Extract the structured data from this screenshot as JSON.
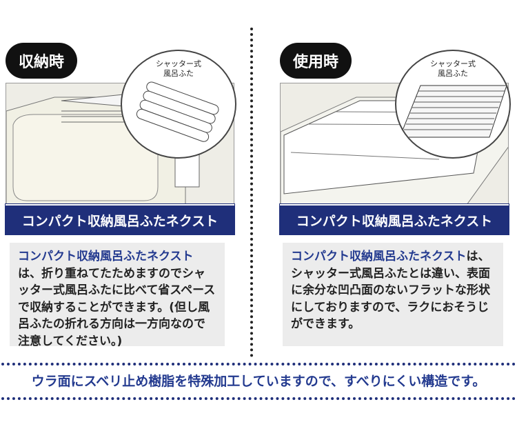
{
  "left": {
    "label": "収納時",
    "inset_caption_1": "シャッター式",
    "inset_caption_2": "風呂ふた",
    "banner": "コンパクト収納風呂ふたネクスト",
    "desc_highlight": "コンパクト収納風呂ふたネクスト",
    "desc_body": "は、折り重ねてたためますのでシャッター式風呂ふたに比べて省スペースで収納することができます。(但し風呂ふたの折れる方向は一方向なので注意してください。)"
  },
  "right": {
    "label": "使用時",
    "inset_caption_1": "シャッター式",
    "inset_caption_2": "風呂ふた",
    "banner": "コンパクト収納風呂ふたネクスト",
    "desc_highlight": "コンパクト収納風呂ふたネクスト",
    "desc_body": "は、シャッター式風呂ふたとは違い、表面に余分な凹凸面のないフラットな形状にしておりますので、ラクにおそうじができます。"
  },
  "footer": "ウラ面にスベリ止め樹脂を特殊加工していますので、すべりにくい構造です。",
  "colors": {
    "navy": "#1f2f7a",
    "text_blue": "#233a8f"
  }
}
